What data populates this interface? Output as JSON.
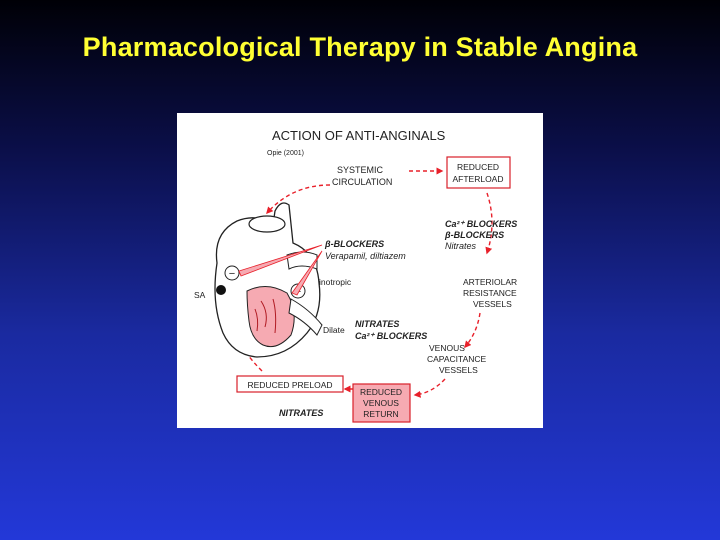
{
  "slide": {
    "title": "Pharmacological Therapy in Stable Angina"
  },
  "figure": {
    "heading": "ACTION OF ANTI-ANGINALS",
    "citation": "Opie (2001)",
    "labels": {
      "systemic_1": "SYSTEMIC",
      "systemic_2": "CIRCULATION",
      "reduced_afterload_1": "REDUCED",
      "reduced_afterload_2": "AFTERLOAD",
      "ca_blockers_right": "Ca²⁺ BLOCKERS",
      "beta_blockers_right": "β-BLOCKERS",
      "nitrates_right": "Nitrates",
      "beta_blockers_left": "β-BLOCKERS",
      "verapamil": "Verapamil, diltiazem",
      "arteriolar_1": "ARTERIOLAR",
      "arteriolar_2": "RESISTANCE",
      "arteriolar_3": "VESSELS",
      "sa": "SA",
      "inotropic": "inotropic",
      "dilate": "Dilate",
      "nitrates_center": "NITRATES",
      "ca_blockers_center": "Ca²⁺ BLOCKERS",
      "venous_1": "VENOUS",
      "venous_2": "CAPACITANCE",
      "venous_3": "VESSELS",
      "reduced_preload": "REDUCED PRELOAD",
      "reduced_return_1": "REDUCED",
      "reduced_return_2": "VENOUS",
      "reduced_return_3": "RETURN",
      "nitrates_bottom": "NITRATES",
      "minus_sign": "−"
    },
    "colors": {
      "arrow": "#e8202a",
      "box_border": "#d8202a",
      "highlight_fill": "#f6aab2",
      "line": "#222222"
    }
  }
}
